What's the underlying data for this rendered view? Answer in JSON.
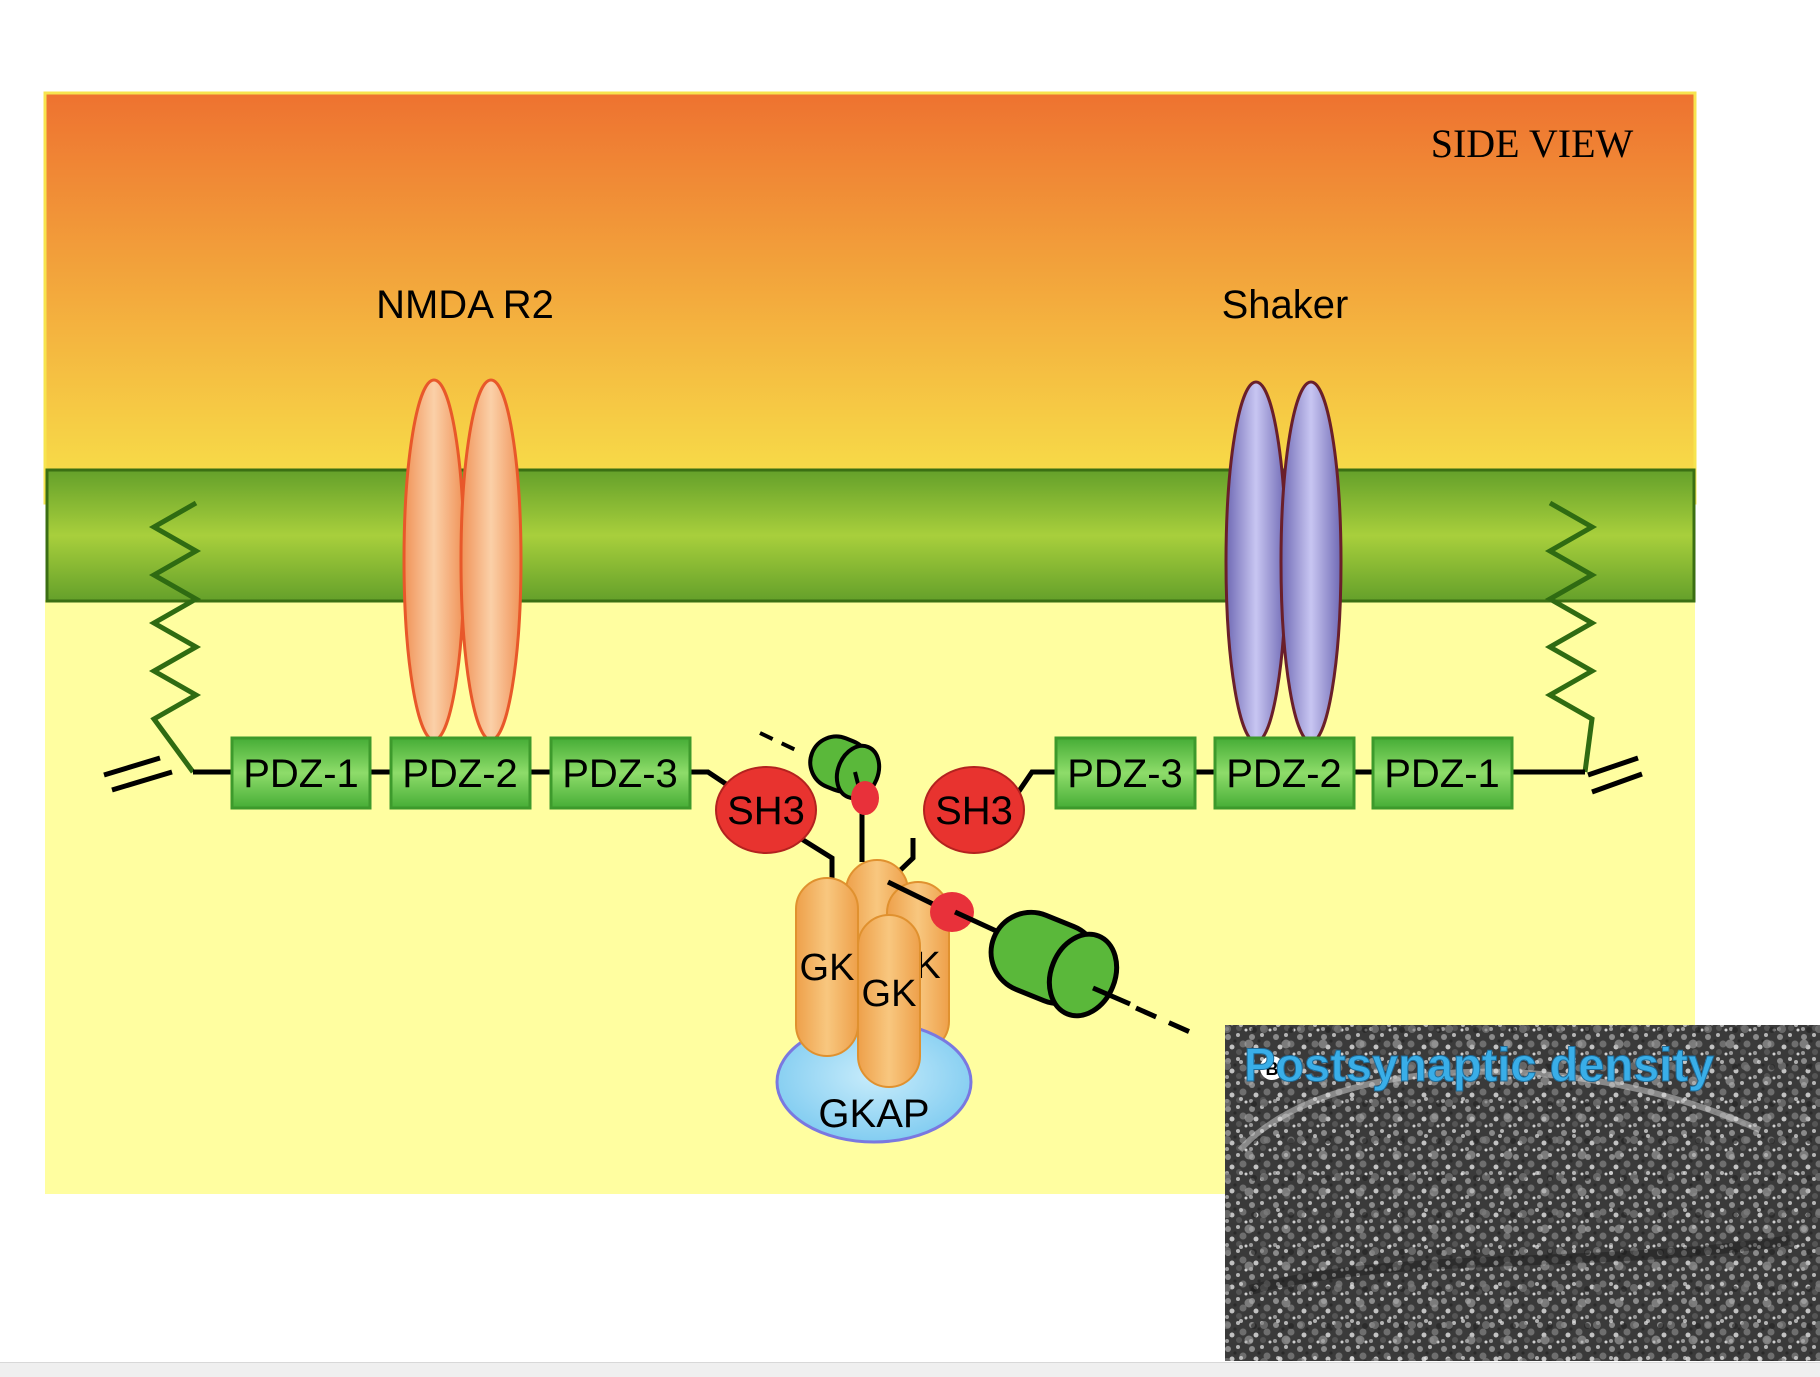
{
  "title": "SIDE VIEW",
  "receptors": {
    "left": "NMDA R2",
    "right": "Shaker"
  },
  "domains": {
    "left": [
      "PDZ-1",
      "PDZ-2",
      "PDZ-3"
    ],
    "right": [
      "PDZ-3",
      "PDZ-2",
      "PDZ-1"
    ],
    "sh3_left": "SH3",
    "sh3_right": "SH3",
    "gk_front_left": "GK",
    "gk_front_mid": "GK",
    "gk_back_partial": "K",
    "gkap": "GKAP"
  },
  "inset": {
    "label": "Postsynaptic density",
    "panel_letter": "B"
  },
  "colors": {
    "extracellular_top": "#ee7230",
    "extracellular_bottom": "#f8e34a",
    "cytoplasm": "#fffea0",
    "membrane": "#7fb32f",
    "membrane_edge": "#3b6f13",
    "pdz_fill": "#5fc247",
    "nmda_fill": "#f5a46d",
    "shaker_fill": "#9d98dc",
    "sh3_fill": "#e8332f",
    "gk_fill": "#f2ae55",
    "gkap_fill": "#8fd3f3",
    "inset_label": "#39aee8"
  }
}
